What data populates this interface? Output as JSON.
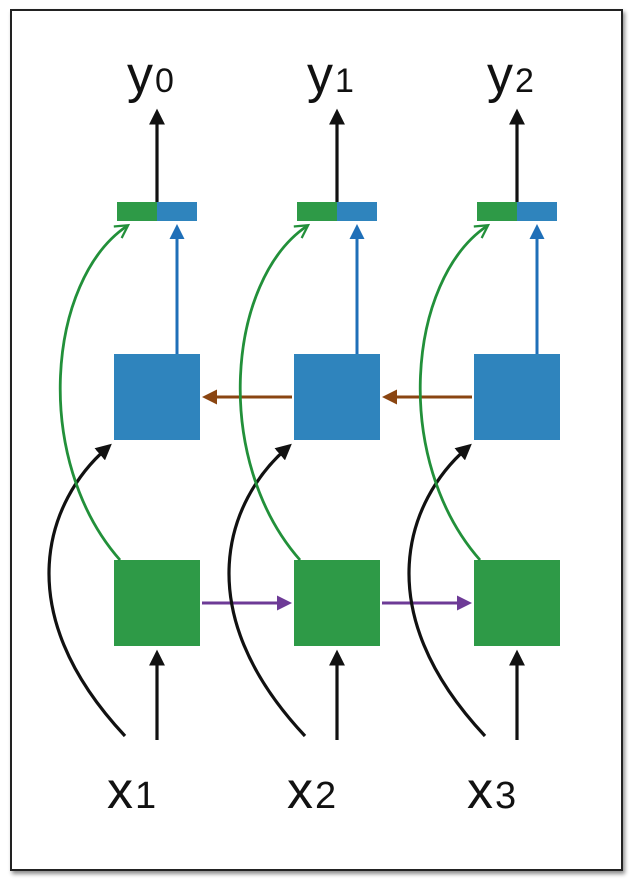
{
  "colors": {
    "forward_state": "#2e9a47",
    "backward_state": "#2f84bd",
    "forward_arrow": "#6d3a96",
    "backward_arrow": "#8a4511",
    "skip_arrow": "#22903a",
    "output_arrow": "#1f6fb8",
    "black": "#111111"
  },
  "steps": [
    {
      "input": {
        "base": "x",
        "sub": "1"
      },
      "output": {
        "base": "y",
        "sub": "0"
      }
    },
    {
      "input": {
        "base": "x",
        "sub": "2"
      },
      "output": {
        "base": "y",
        "sub": "1"
      }
    },
    {
      "input": {
        "base": "x",
        "sub": "3"
      },
      "output": {
        "base": "y",
        "sub": "2"
      }
    }
  ]
}
